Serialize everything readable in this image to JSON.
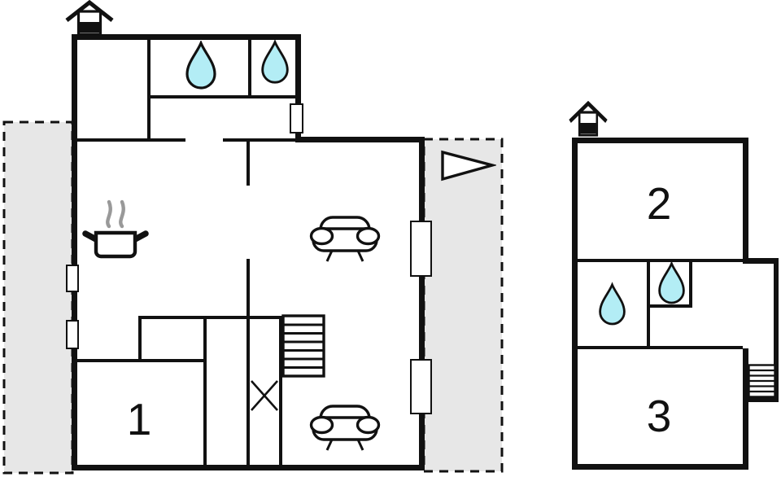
{
  "document": {
    "type": "floor-plan",
    "background": "#ffffff"
  },
  "colors": {
    "wall": "#111111",
    "terrace_fill": "#e7e7e7",
    "water_fill": "#b3edf5",
    "steam": "#999999",
    "outline": "#111111"
  },
  "ground_floor": {
    "rooms": [
      {
        "id": "room1",
        "label": "1"
      }
    ],
    "features": [
      "chimney",
      "water-drop",
      "water-drop",
      "stove-pot",
      "sofa",
      "sofa",
      "staircase",
      "door-cross",
      "terrace-left",
      "terrace-right",
      "direction-arrow",
      "window",
      "window",
      "window",
      "window",
      "window"
    ]
  },
  "upper_floor": {
    "rooms": [
      {
        "id": "room2",
        "label": "2"
      },
      {
        "id": "room3",
        "label": "3"
      }
    ],
    "features": [
      "chimney",
      "water-drop",
      "shower-water-drop",
      "staircase"
    ]
  }
}
